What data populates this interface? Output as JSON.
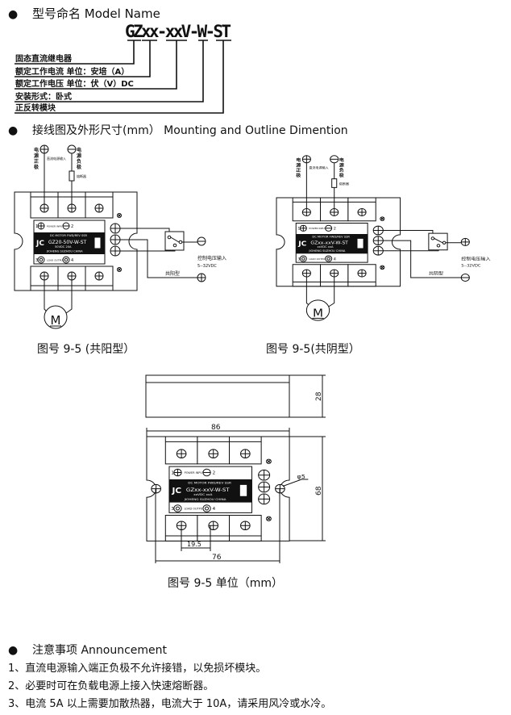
{
  "section1": {
    "bullet": "●",
    "title": "型号命名  Model Name",
    "model_code": "GZxx-xxV-W-ST",
    "legend": [
      "固态直流继电器",
      "额定工作电流   单位：安培（A）",
      "额定工作电压   单位：伏（V）DC",
      "安装形式：卧式",
      "正反转模块"
    ]
  },
  "section2": {
    "bullet": "●",
    "title": "接线图及外形尺寸(mm）  Mounting and Outline Dimention"
  },
  "diagram_labels": {
    "power_positive": [
      "电",
      "源",
      "正",
      "极"
    ],
    "power_negative": [
      "电",
      "源",
      "负",
      "极"
    ],
    "dc_power_input": "直流电源输入",
    "fuse": "熔断器",
    "control_voltage_input": "控制电压输入",
    "control_voltage_range": "5--32VDC",
    "common_anode": "共阳型",
    "common_cathode": "共阴型",
    "motor": "M"
  },
  "panel": {
    "pin1": "1",
    "pin2": "2",
    "pin3": "3",
    "pin4": "4",
    "power_input": "POWER INPUT",
    "load_output": "LOAD OUTPUT",
    "product_line": "DC MOTOR FWD/REV SSR",
    "brand": "JC",
    "model_a": "GZ20-50V-W-ST",
    "rating_a": "50VDC  20A",
    "model_b": "GZxx-xxV-W-ST",
    "rating_b": "xxVDC  xxA",
    "maker": "JIOHENG SUZHOU CHINA"
  },
  "captions": {
    "fig_anode": "图号 9-5   (共阳型）",
    "fig_cathode": "图号 9-5(共阴型）",
    "fig_dims": "图号 9-5    单位（mm）"
  },
  "dimensions": {
    "height": "28",
    "width": "86",
    "depth": "68",
    "hole": "φ5",
    "terminal_pitch": "19.5",
    "hole_pitch": "76"
  },
  "section3": {
    "bullet": "●",
    "title": "注意事项  Announcement",
    "items": [
      "1、直流电源输入端正负极不允许接错，以免损坏模块。",
      "2、必要时可在负载电源上接入快速熔断器。",
      "3、电流 5A 以上需要加散热器，电流大于 10A，请采用风冷或水冷。"
    ]
  }
}
